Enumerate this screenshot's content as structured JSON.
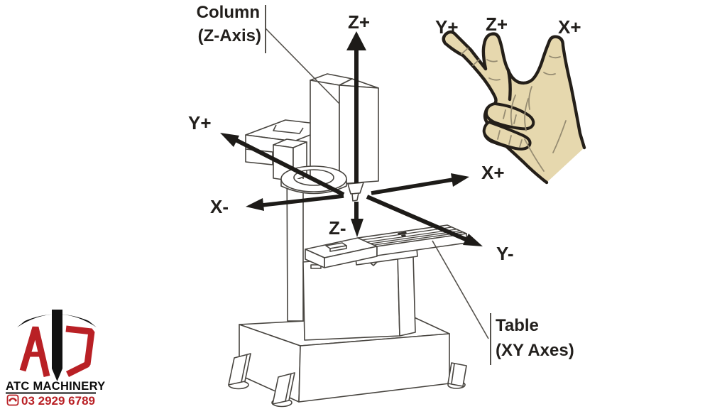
{
  "machine_diagram": {
    "column_label": {
      "line1": "Column",
      "line2": "(Z-Axis)"
    },
    "table_label": {
      "line1": "Table",
      "line2": "(XY Axes)"
    },
    "axes": {
      "z_plus": "Z+",
      "z_minus": "Z-",
      "x_plus": "X+",
      "x_minus": "X-",
      "y_plus": "Y+",
      "y_minus": "Y-"
    }
  },
  "right_hand_rule": {
    "index_finger_label": "Y+",
    "middle_finger_label": "Z+",
    "thumb_label": "X+"
  },
  "branding": {
    "logo_letter_a": "A",
    "logo_letter_c": "C",
    "company_name": "ATC MACHINERY",
    "phone_number": "03 2929 6789"
  },
  "colors": {
    "background": "#ffffff",
    "line_art": "#47443f",
    "arrows_and_text": "#1d1b18",
    "hand_fill": "#e6d8ae",
    "hand_outline": "#241f19",
    "logo_red": "#b92025",
    "logo_black": "#111111"
  }
}
